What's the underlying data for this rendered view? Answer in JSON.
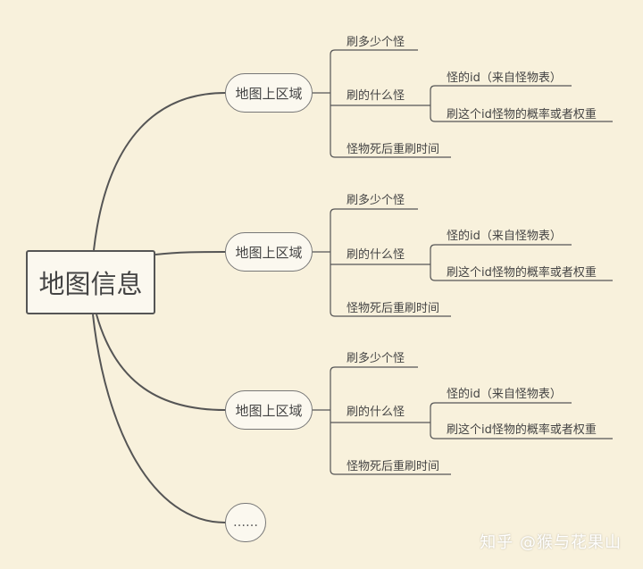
{
  "colors": {
    "background": "#f8f1dc",
    "line": "#555555",
    "node_border": "#777777"
  },
  "root": {
    "label": "地图信息"
  },
  "regions": [
    {
      "label": "地图上区域",
      "count_label": "刷多少个怪",
      "what_label": "刷的什么怪",
      "id_label": "怪的id（来自怪物表）",
      "prob_label": "刷这个id怪物的概率或者权重",
      "respawn_label": "怪物死后重刷时间"
    },
    {
      "label": "地图上区域",
      "count_label": "刷多少个怪",
      "what_label": "刷的什么怪",
      "id_label": "怪的id（来自怪物表）",
      "prob_label": "刷这个id怪物的概率或者权重",
      "respawn_label": "怪物死后重刷时间"
    },
    {
      "label": "地图上区域",
      "count_label": "刷多少个怪",
      "what_label": "刷的什么怪",
      "id_label": "怪的id（来自怪物表）",
      "prob_label": "刷这个id怪物的概率或者权重",
      "respawn_label": "怪物死后重刷时间"
    }
  ],
  "more": {
    "label": "……"
  },
  "watermark": "知乎 @猴与花果山"
}
